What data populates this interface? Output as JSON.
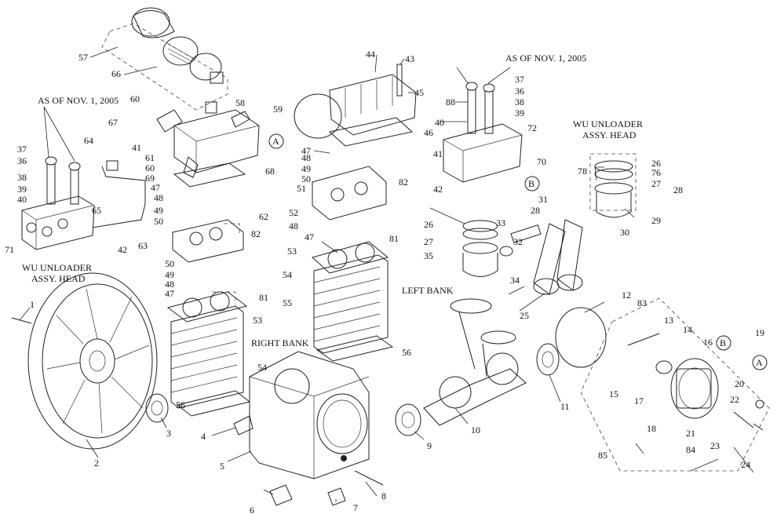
{
  "notes": {
    "as_of_left": "AS OF NOV. 1, 2005",
    "as_of_right": "AS OF NOV. 1, 2005",
    "wu_left_1": "WU UNLOADER",
    "wu_left_2": "ASSY. HEAD",
    "wu_right_1": "WU UNLOADER",
    "wu_right_2": "ASSY. HEAD",
    "left_bank": "LEFT BANK",
    "right_bank": "RIGHT BANK"
  },
  "refs": {
    "a_top": "A",
    "a_right": "A",
    "b_head": "B",
    "b_motor": "B"
  },
  "labels": [
    "57",
    "66",
    "44",
    "43",
    "45",
    "88",
    "37",
    "36",
    "38",
    "39",
    "40",
    "72",
    "46",
    "60",
    "58",
    "59",
    "67",
    "41",
    "61",
    "60",
    "69",
    "68",
    "64",
    "65",
    "71",
    "42",
    "37",
    "36",
    "38",
    "39",
    "40",
    "47",
    "48",
    "49",
    "50",
    "51",
    "82",
    "52",
    "48",
    "47",
    "81",
    "53",
    "54",
    "55",
    "56",
    "47",
    "48",
    "49",
    "50",
    "62",
    "82",
    "63",
    "50",
    "49",
    "48",
    "47",
    "81",
    "53",
    "54",
    "56",
    "70",
    "78",
    "26",
    "76",
    "27",
    "28",
    "29",
    "30",
    "26",
    "27",
    "35",
    "33",
    "32",
    "34",
    "31",
    "28",
    "25",
    "12",
    "83",
    "13",
    "14",
    "16",
    "19",
    "15",
    "17",
    "18",
    "20",
    "22",
    "21",
    "84",
    "23",
    "24",
    "85",
    "11",
    "10",
    "9",
    "8",
    "7",
    "6",
    "5",
    "4",
    "3",
    "2",
    "1",
    "41",
    "42"
  ]
}
